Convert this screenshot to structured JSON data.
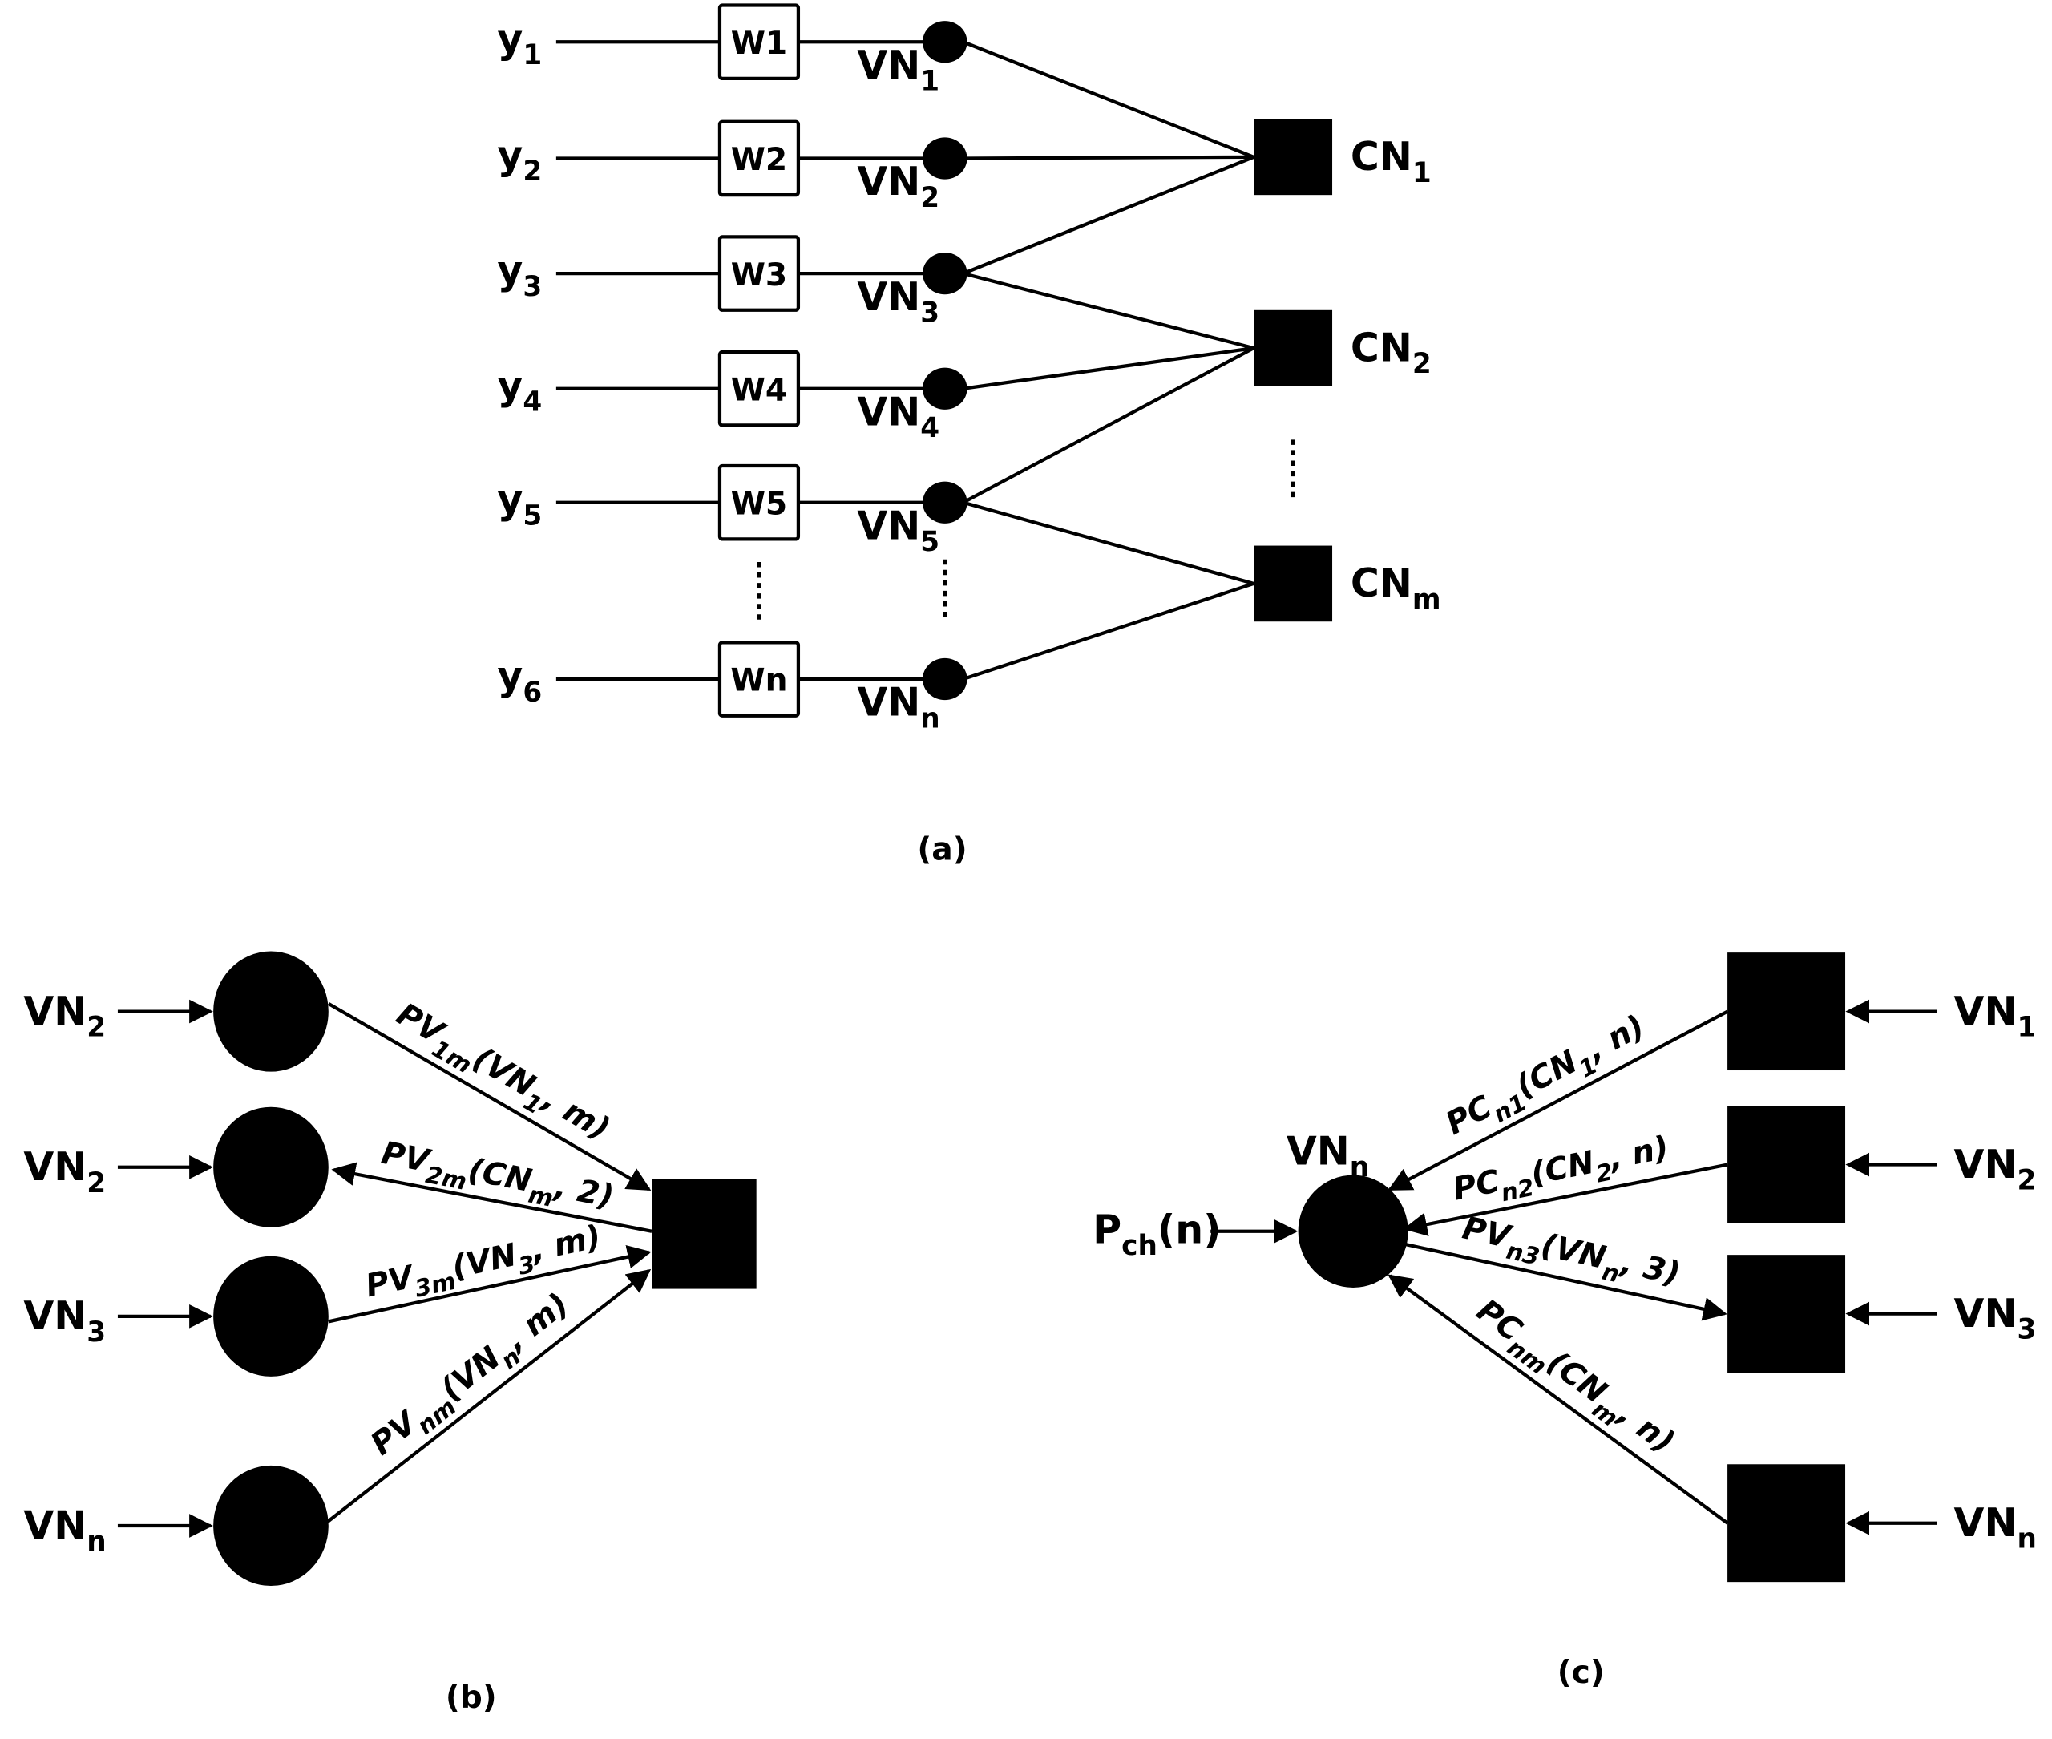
{
  "colors": {
    "ink": "#000000",
    "background": "#ffffff"
  },
  "panel_a": {
    "caption": "(a)",
    "inputs": [
      {
        "base": "y",
        "sub": "1"
      },
      {
        "base": "y",
        "sub": "2"
      },
      {
        "base": "y",
        "sub": "3"
      },
      {
        "base": "y",
        "sub": "4"
      },
      {
        "base": "y",
        "sub": "5"
      },
      {
        "base": "y",
        "sub": "6"
      }
    ],
    "weights": [
      "W1",
      "W2",
      "W3",
      "W4",
      "W5",
      "Wn"
    ],
    "variable_nodes": [
      {
        "base": "VN",
        "sub": "1"
      },
      {
        "base": "VN",
        "sub": "2"
      },
      {
        "base": "VN",
        "sub": "3"
      },
      {
        "base": "VN",
        "sub": "4"
      },
      {
        "base": "VN",
        "sub": "5"
      },
      {
        "base": "VN",
        "sub": "n"
      }
    ],
    "check_nodes": [
      {
        "base": "CN",
        "sub": "1"
      },
      {
        "base": "CN",
        "sub": "2"
      },
      {
        "base": "CN",
        "sub": "m"
      }
    ],
    "edges": [
      {
        "vn": 0,
        "cn": 0
      },
      {
        "vn": 1,
        "cn": 0
      },
      {
        "vn": 2,
        "cn": 0
      },
      {
        "vn": 2,
        "cn": 1
      },
      {
        "vn": 3,
        "cn": 1
      },
      {
        "vn": 4,
        "cn": 1
      },
      {
        "vn": 4,
        "cn": 2
      },
      {
        "vn": 5,
        "cn": 2
      }
    ],
    "ellipsis_after_index": 4
  },
  "panel_b": {
    "caption": "(b)",
    "variable_nodes": [
      {
        "input": {
          "base": "VN",
          "sub": "2"
        }
      },
      {
        "input": {
          "base": "VN",
          "sub": "2"
        }
      },
      {
        "input": {
          "base": "VN",
          "sub": "3"
        }
      },
      {
        "input": {
          "base": "VN",
          "sub": "n"
        }
      }
    ],
    "messages": [
      {
        "from": "vn0",
        "to": "cn",
        "direction": "to-check",
        "parts": [
          [
            "PV",
            ""
          ],
          [
            "1m",
            "sub"
          ],
          [
            "(VN",
            ""
          ],
          [
            "1",
            "sub"
          ],
          [
            ",  m)",
            ""
          ]
        ]
      },
      {
        "from": "cn",
        "to": "vn1",
        "direction": "to-variable",
        "parts": [
          [
            "PV",
            ""
          ],
          [
            "2m",
            "sub"
          ],
          [
            "(CN",
            ""
          ],
          [
            "m",
            "sub"
          ],
          [
            ",  2)",
            ""
          ]
        ]
      },
      {
        "from": "vn2",
        "to": "cn",
        "direction": "to-check",
        "parts": [
          [
            "PV",
            ""
          ],
          [
            "3m",
            "sub"
          ],
          [
            "(VN",
            ""
          ],
          [
            "3",
            "sub"
          ],
          [
            ",  m)",
            ""
          ]
        ]
      },
      {
        "from": "vn3",
        "to": "cn",
        "direction": "to-check",
        "parts": [
          [
            "PV",
            ""
          ],
          [
            "nm",
            "sub"
          ],
          [
            "(VN",
            ""
          ],
          [
            "n",
            "sub"
          ],
          [
            ",  m)",
            ""
          ]
        ]
      }
    ]
  },
  "panel_c": {
    "caption": "(c)",
    "center_node": {
      "base": "VN",
      "sub": "n"
    },
    "channel_input": {
      "base": "P",
      "sub": "ch",
      "tail": "(n)"
    },
    "check_nodes": [
      {
        "input": {
          "base": "VN",
          "sub": "1"
        }
      },
      {
        "input": {
          "base": "VN",
          "sub": "2"
        }
      },
      {
        "input": {
          "base": "VN",
          "sub": "3"
        }
      },
      {
        "input": {
          "base": "VN",
          "sub": "n"
        }
      }
    ],
    "messages": [
      {
        "from": "cn0",
        "to": "vn",
        "direction": "to-variable",
        "parts": [
          [
            "PC",
            ""
          ],
          [
            "n1",
            "sub"
          ],
          [
            "(CN",
            ""
          ],
          [
            "1",
            "sub"
          ],
          [
            ",  n)",
            ""
          ]
        ]
      },
      {
        "from": "cn1",
        "to": "vn",
        "direction": "to-variable",
        "parts": [
          [
            "PC",
            ""
          ],
          [
            "n2",
            "sub"
          ],
          [
            "(CN",
            ""
          ],
          [
            "2",
            "sub"
          ],
          [
            ",  n)",
            ""
          ]
        ]
      },
      {
        "from": "vn",
        "to": "cn2",
        "direction": "to-check",
        "parts": [
          [
            "PV",
            ""
          ],
          [
            "n3",
            "sub"
          ],
          [
            "(VN",
            ""
          ],
          [
            "n",
            "sub"
          ],
          [
            ",  3)",
            ""
          ]
        ]
      },
      {
        "from": "cn3",
        "to": "vn",
        "direction": "to-variable",
        "parts": [
          [
            "PC",
            ""
          ],
          [
            "nm",
            "sub"
          ],
          [
            "(CN",
            ""
          ],
          [
            "m",
            "sub"
          ],
          [
            ", n)",
            ""
          ]
        ]
      }
    ]
  }
}
